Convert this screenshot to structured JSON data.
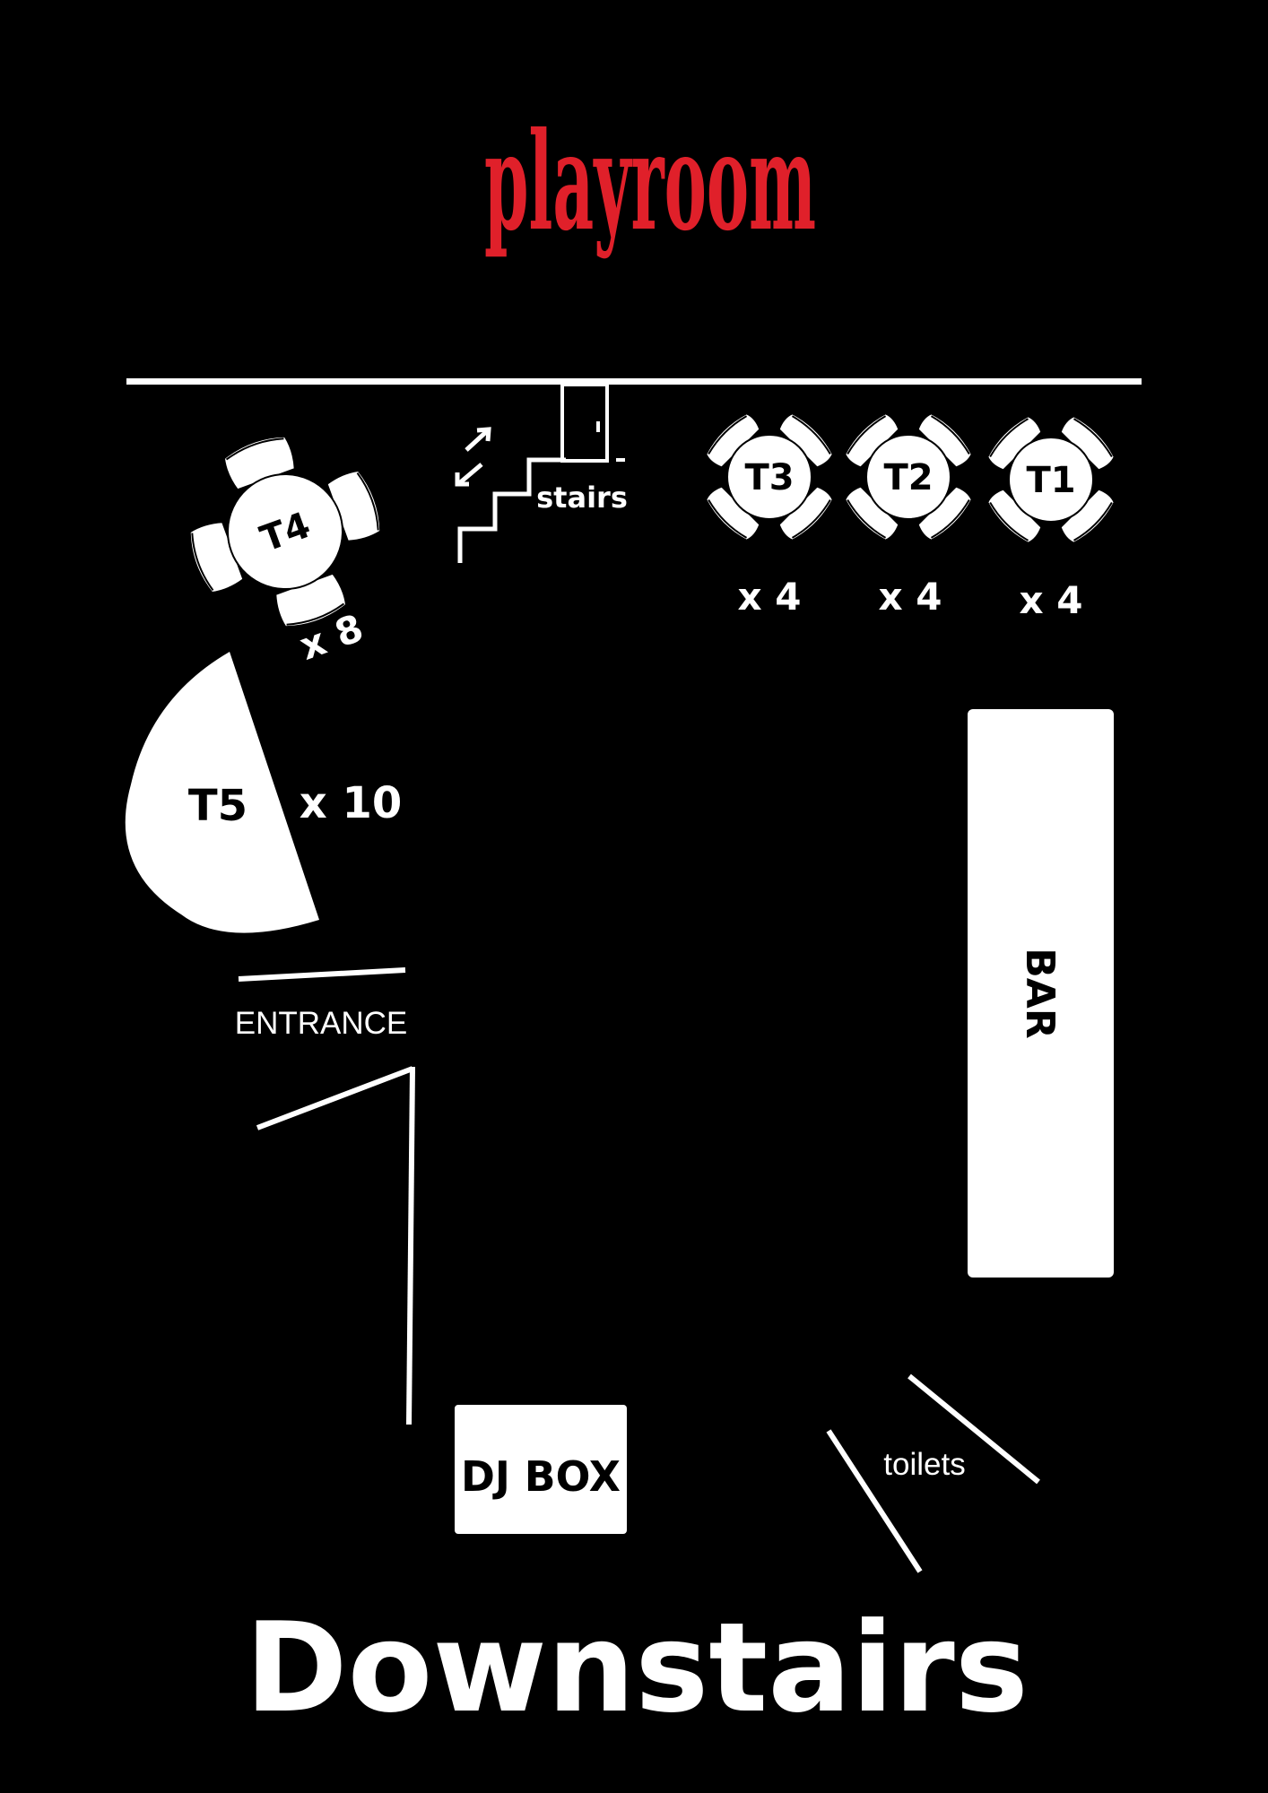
{
  "brand": {
    "logo_text": "playroom",
    "logo_color": "#e0202a"
  },
  "page_title": "Downstairs",
  "colors": {
    "background": "#000000",
    "foreground": "#ffffff"
  },
  "tables": [
    {
      "id": "T1",
      "seats_label": "x 4",
      "shape": "round"
    },
    {
      "id": "T2",
      "seats_label": "x 4",
      "shape": "round"
    },
    {
      "id": "T3",
      "seats_label": "x 4",
      "shape": "round"
    },
    {
      "id": "T4",
      "seats_label": "x 8",
      "shape": "round"
    },
    {
      "id": "T5",
      "seats_label": "x 10",
      "shape": "half-round"
    }
  ],
  "areas": {
    "stairs_label": "stairs",
    "entrance_label": "ENTRANCE",
    "bar_label": "BAR",
    "dj_label": "DJ BOX",
    "toilets_label": "toilets"
  },
  "icons": {
    "stairs": "stairs-icon",
    "door": "door-icon",
    "arrows": "up-down-arrows-icon",
    "chair": "chair-icon"
  }
}
